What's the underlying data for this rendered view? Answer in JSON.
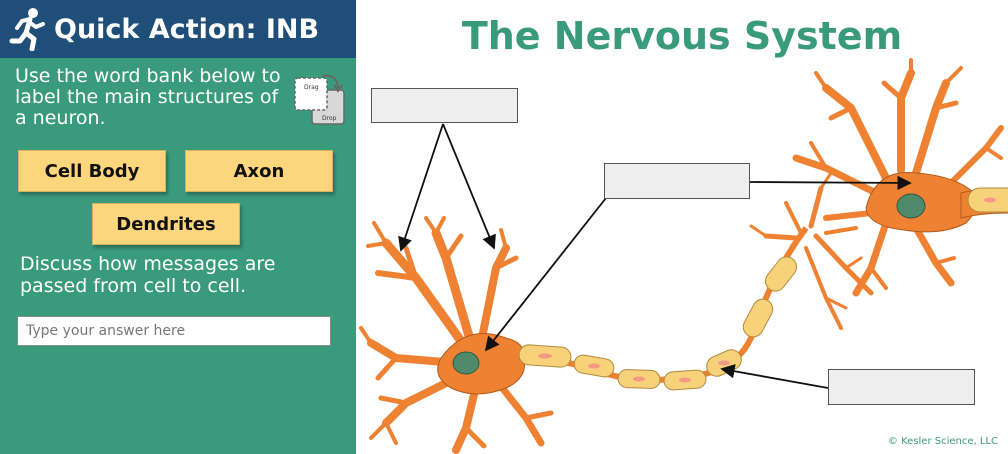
{
  "header": {
    "title": "Quick Action: INB",
    "icon": "running-person-icon"
  },
  "instructions": "Use the word bank below to label the main structures of a neuron.",
  "dragdrop_icon": {
    "drag": "Drag",
    "drop": "Drop"
  },
  "word_bank": {
    "cell_body": "Cell Body",
    "axon": "Axon",
    "dendrites": "Dendrites"
  },
  "discussion": "Discuss how messages are passed from cell to cell.",
  "answer": {
    "placeholder": "Type your answer here",
    "value": ""
  },
  "page_title": "The Nervous System",
  "copyright": "© Kesler Science, LLC",
  "colors": {
    "panel_green": "#3a9a7c",
    "header_blue": "#1f4e79",
    "chip_yellow": "#fcd57d",
    "neuron_orange": "#ee8232",
    "myelin_yellow": "#f7d27a",
    "nucleus_green": "#4f8a6b"
  }
}
